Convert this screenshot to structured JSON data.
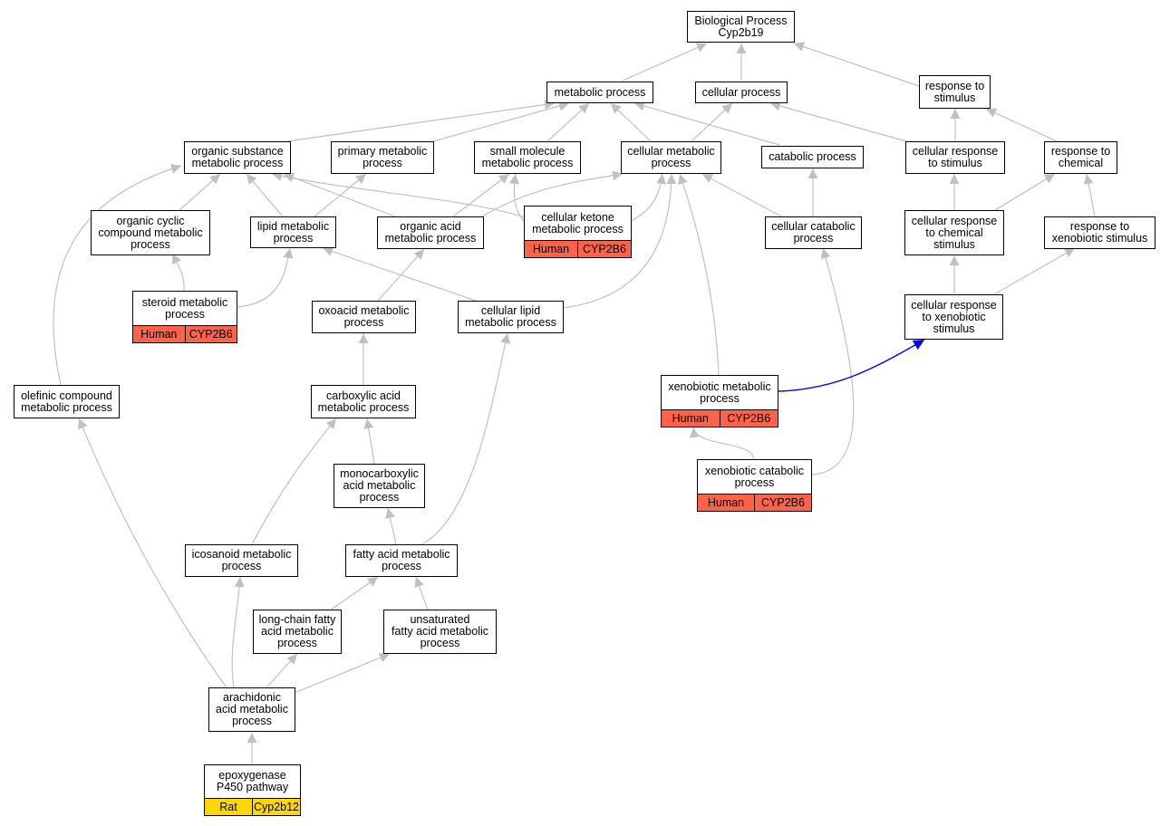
{
  "graph": {
    "edge_color": "#c0c0c0",
    "highlight_edge_color": "#0000ff",
    "species_colors": {
      "Human": "#ff6347",
      "Rat": "#ffd700"
    },
    "nodes": {
      "root": {
        "label": "Biological Process\nCyp2b19"
      },
      "metabolic": {
        "label": "metabolic process"
      },
      "cellular": {
        "label": "cellular process"
      },
      "resp_stim": {
        "label": "response to\nstimulus"
      },
      "org_subst": {
        "label": "organic substance\nmetabolic process"
      },
      "primary": {
        "label": "primary metabolic\nprocess"
      },
      "small_mol": {
        "label": "small molecule\nmetabolic process"
      },
      "cell_met": {
        "label": "cellular metabolic\nprocess"
      },
      "catabolic": {
        "label": "catabolic process"
      },
      "cell_resp_stim": {
        "label": "cellular response\nto stimulus"
      },
      "resp_chem": {
        "label": "response to\nchemical"
      },
      "org_cyclic": {
        "label": "organic cyclic\ncompound metabolic\nprocess"
      },
      "lipid": {
        "label": "lipid metabolic\nprocess"
      },
      "org_acid": {
        "label": "organic acid\nmetabolic process"
      },
      "cell_ketone": {
        "label": "cellular ketone\nmetabolic process",
        "species": "Human",
        "gene": "CYP2B6"
      },
      "cell_catab": {
        "label": "cellular catabolic\nprocess"
      },
      "cell_resp_chem": {
        "label": "cellular response\nto chemical\nstimulus"
      },
      "resp_xeno": {
        "label": "response to\nxenobiotic stimulus"
      },
      "steroid": {
        "label": "steroid metabolic\nprocess",
        "species": "Human",
        "gene": "CYP2B6"
      },
      "oxoacid": {
        "label": "oxoacid metabolic\nprocess"
      },
      "cell_lipid": {
        "label": "cellular lipid\nmetabolic process"
      },
      "cell_resp_xeno": {
        "label": "cellular response\nto xenobiotic\nstimulus"
      },
      "olefinic": {
        "label": "olefinic compound\nmetabolic process"
      },
      "carboxylic": {
        "label": "carboxylic acid\nmetabolic process"
      },
      "xeno_met": {
        "label": "xenobiotic metabolic\nprocess",
        "species": "Human",
        "gene": "CYP2B6"
      },
      "xeno_catab": {
        "label": "xenobiotic catabolic\nprocess",
        "species": "Human",
        "gene": "CYP2B6"
      },
      "monocarb": {
        "label": "monocarboxylic\nacid metabolic\nprocess"
      },
      "icosanoid": {
        "label": "icosanoid metabolic\nprocess"
      },
      "fatty": {
        "label": "fatty acid metabolic\nprocess"
      },
      "longchain": {
        "label": "long-chain fatty\nacid metabolic\nprocess"
      },
      "unsat": {
        "label": "unsaturated\nfatty acid metabolic\nprocess"
      },
      "arach": {
        "label": "arachidonic\nacid metabolic\nprocess"
      },
      "epoxy": {
        "label": "epoxygenase\nP450 pathway",
        "species": "Rat",
        "gene": "Cyp2b12"
      }
    }
  }
}
